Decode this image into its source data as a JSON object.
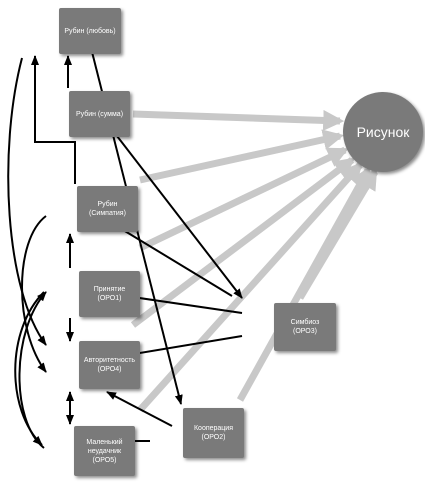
{
  "nodes": {
    "rubin_love": {
      "line1": "Рубин (любовь)",
      "line2": ""
    },
    "rubin_sum": {
      "line1": "Рубин (сумма)",
      "line2": ""
    },
    "rubin_sym": {
      "line1": "Рубин",
      "line2": "(Симпатия)"
    },
    "acceptance": {
      "line1": "Принятие",
      "line2": "(ОРО1)"
    },
    "authority": {
      "line1": "Авторитетность",
      "line2": "(ОРО4)"
    },
    "loser": {
      "line1": "Маленький",
      "line2": "неудачник",
      "line3": "(ОРО5)"
    },
    "cooperation": {
      "line1": "Кооперация",
      "line2": "(ОРО2)"
    },
    "symbiosis": {
      "line1": "Симбиоз",
      "line2": "(ОРО3)"
    },
    "drawing": {
      "label": "Рисунок"
    }
  },
  "colors": {
    "node_fill": "#7a7a7a",
    "node_text": "#ffffff",
    "gray_arrow": "#c8c8c8",
    "black_arrow": "#000000"
  }
}
